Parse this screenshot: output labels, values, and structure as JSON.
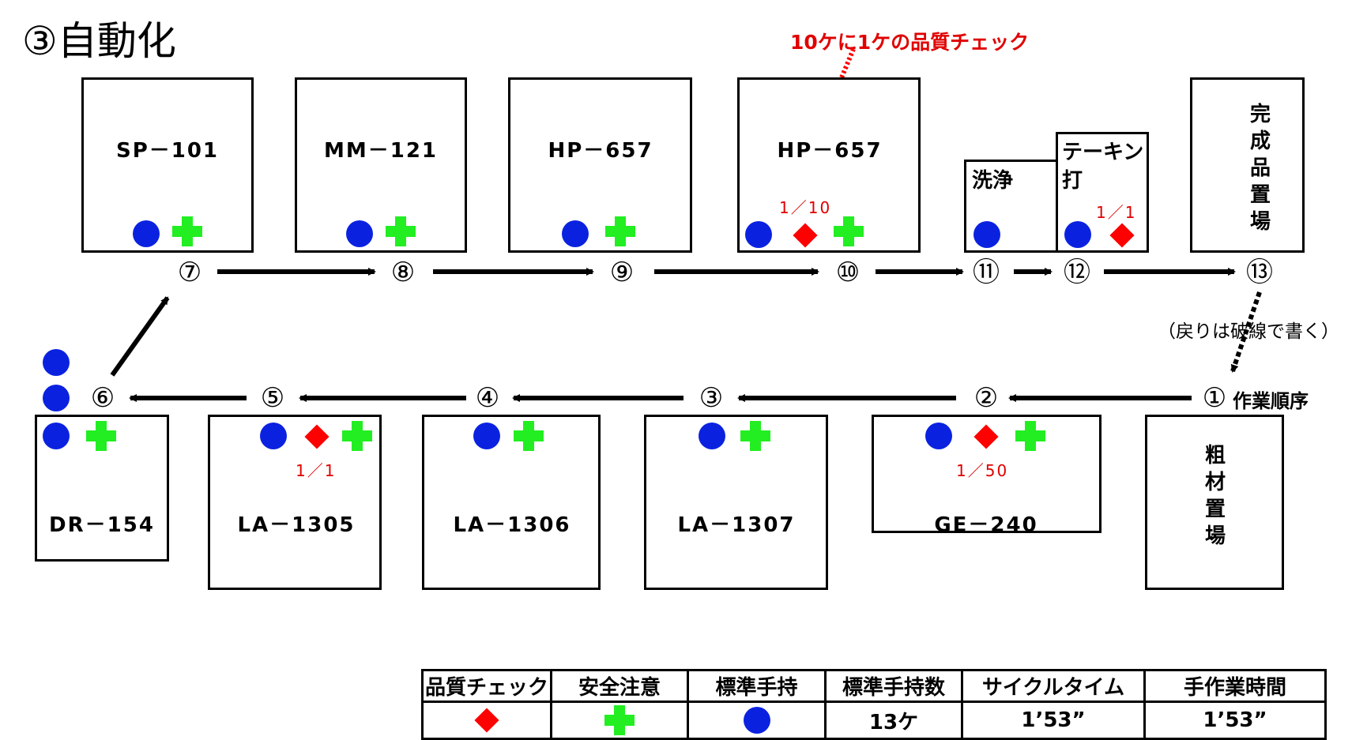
{
  "title": "③自動化",
  "quality_note": "10ケに1ケの品質チェック",
  "return_note": "（戻りは破線で書く）",
  "order_note": "作業順序",
  "colors": {
    "circle": "#0a22e0",
    "diamond": "#ff0000",
    "cross": "#22ee22",
    "note": "#e00000"
  },
  "top_machines": [
    {
      "id": "sp101",
      "label": "SP－101",
      "step": "⑦"
    },
    {
      "id": "mm121",
      "label": "MM－121",
      "step": "⑧"
    },
    {
      "id": "hp657a",
      "label": "HP－657",
      "step": "⑨"
    },
    {
      "id": "hp657b",
      "label": "HP－657",
      "step": "⑩",
      "ratio": "1／10"
    }
  ],
  "wash": {
    "label": "洗浄",
    "step": "⑪"
  },
  "tekin": {
    "label_line1": "テーキン",
    "label_line2": "打",
    "step": "⑫",
    "ratio": "1／1"
  },
  "finished": {
    "chars": [
      "完",
      "成",
      "品",
      "置",
      "場"
    ],
    "step": "⑬"
  },
  "raw": {
    "chars": [
      "粗",
      "材",
      "置",
      "場"
    ],
    "step": "①"
  },
  "bottom_machines": [
    {
      "id": "ge240",
      "label": "GE－240",
      "step": "②",
      "ratio": "1／50"
    },
    {
      "id": "la1307",
      "label": "LA－1307",
      "step": "③"
    },
    {
      "id": "la1306",
      "label": "LA－1306",
      "step": "④"
    },
    {
      "id": "la1305",
      "label": "LA－1305",
      "step": "⑤",
      "ratio": "1／1"
    },
    {
      "id": "dr154",
      "label": "DR－154",
      "step": "⑥"
    }
  ],
  "legend": {
    "headers": [
      "品質チェック",
      "安全注意",
      "標準手持",
      "標準手持数",
      "サイクルタイム",
      "手作業時間"
    ],
    "standard_count": "13ケ",
    "cycle_time": "1’53”",
    "manual_time": "1’53”"
  }
}
